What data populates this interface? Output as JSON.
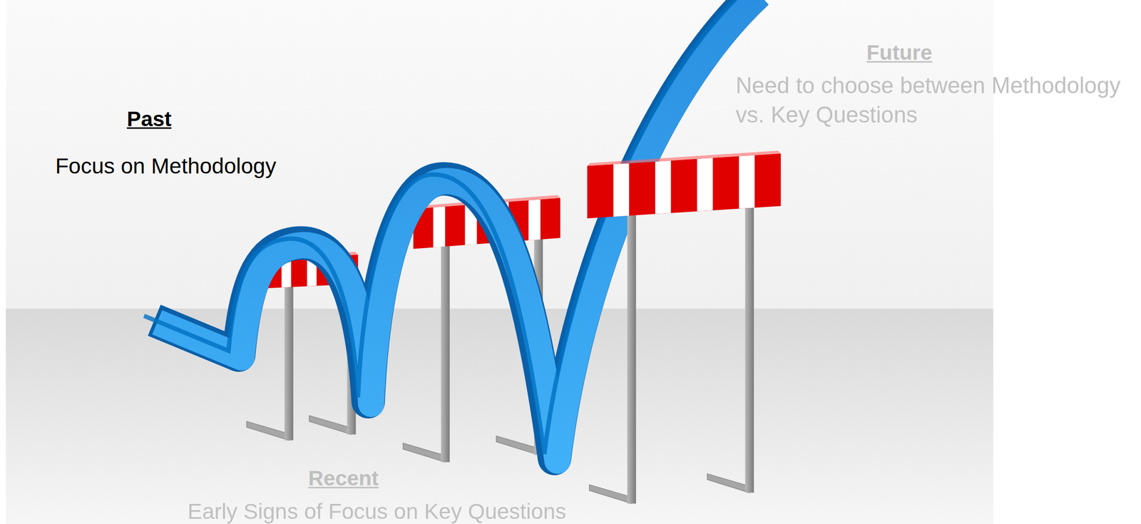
{
  "diagram": {
    "labels": [
      "Past",
      "Focus on Methodology",
      "Recent",
      "Early Signs of Focus on Key Questions",
      "Future",
      "Need to choose between Methodology vs. Key Questions"
    ]
  }
}
